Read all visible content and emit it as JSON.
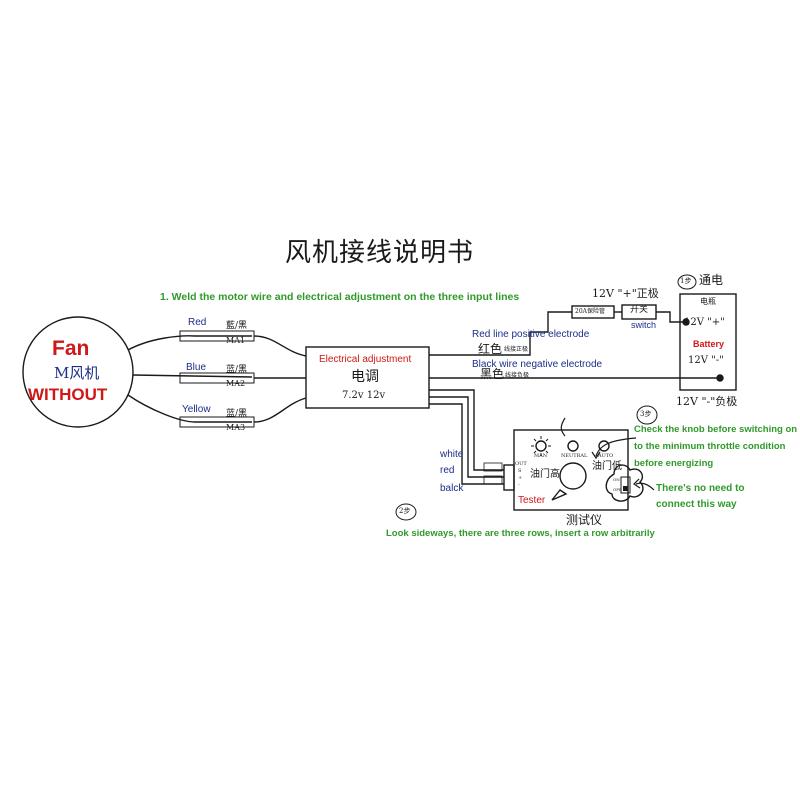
{
  "title": "风机接线说明书",
  "step1_text": "1. Weld the motor wire and electrical adjustment on the three input lines",
  "fan": {
    "label": "Fan",
    "sublabel": "M风机",
    "note": "WITHOUT"
  },
  "motor_wires": [
    {
      "color": "Red",
      "code": "藍/黑",
      "id": "MA1"
    },
    {
      "color": "Blue",
      "code": "蓝/黑",
      "id": "MA2"
    },
    {
      "color": "Yellow",
      "code": "蓝/黑",
      "id": "MA3"
    }
  ],
  "esc": {
    "label_en": "Electrical adjustment",
    "label_cn": "电调",
    "voltage": "7.2v 12v"
  },
  "battery_wires": {
    "red_en": "Red line positive electrode",
    "red_cn": "红色",
    "red_small": "线接正极",
    "black_en": "Black wire negative electrode",
    "black_cn": "黑色",
    "black_small": "线接负极"
  },
  "power": {
    "step_badge": "1步",
    "step_label": "通电",
    "fuse_label": "20A保险管",
    "switch_cn": "开关",
    "switch_en": "switch",
    "positive": "12V \"+\"正极",
    "battery_cn": "电瓶",
    "battery_pos": "12V \"+\"",
    "battery_en": "Battery",
    "battery_neg": "12V \"-\"",
    "negative": "12V \"-\"负极"
  },
  "signal_wires": [
    "white",
    "red",
    "balck"
  ],
  "tester": {
    "label_cn": "测试仪",
    "label_en": "Tester",
    "knob_high": "油门高",
    "knob_low": "油门低",
    "ind_left": "MAN",
    "ind_mid": "NEUTRAL",
    "ind_right": "AUTO",
    "port_labels": [
      "OUT",
      "S",
      "+",
      "-"
    ],
    "switch_labels": [
      "ON",
      "OFF"
    ]
  },
  "step3": {
    "badge": "3步",
    "lines": [
      "Check the knob before switching on",
      "to the minimum throttle condition",
      "before energizing"
    ]
  },
  "no_need": [
    "There's no need to",
    "connect this way"
  ],
  "step2": {
    "badge": "2步",
    "text": "Look sideways, there are three rows, insert a row arbitrarily"
  },
  "colors": {
    "line": "#1a1a1a",
    "red_text": "#d01818",
    "green_text": "#2f9a2a",
    "navy_text": "#1d2d8a"
  }
}
